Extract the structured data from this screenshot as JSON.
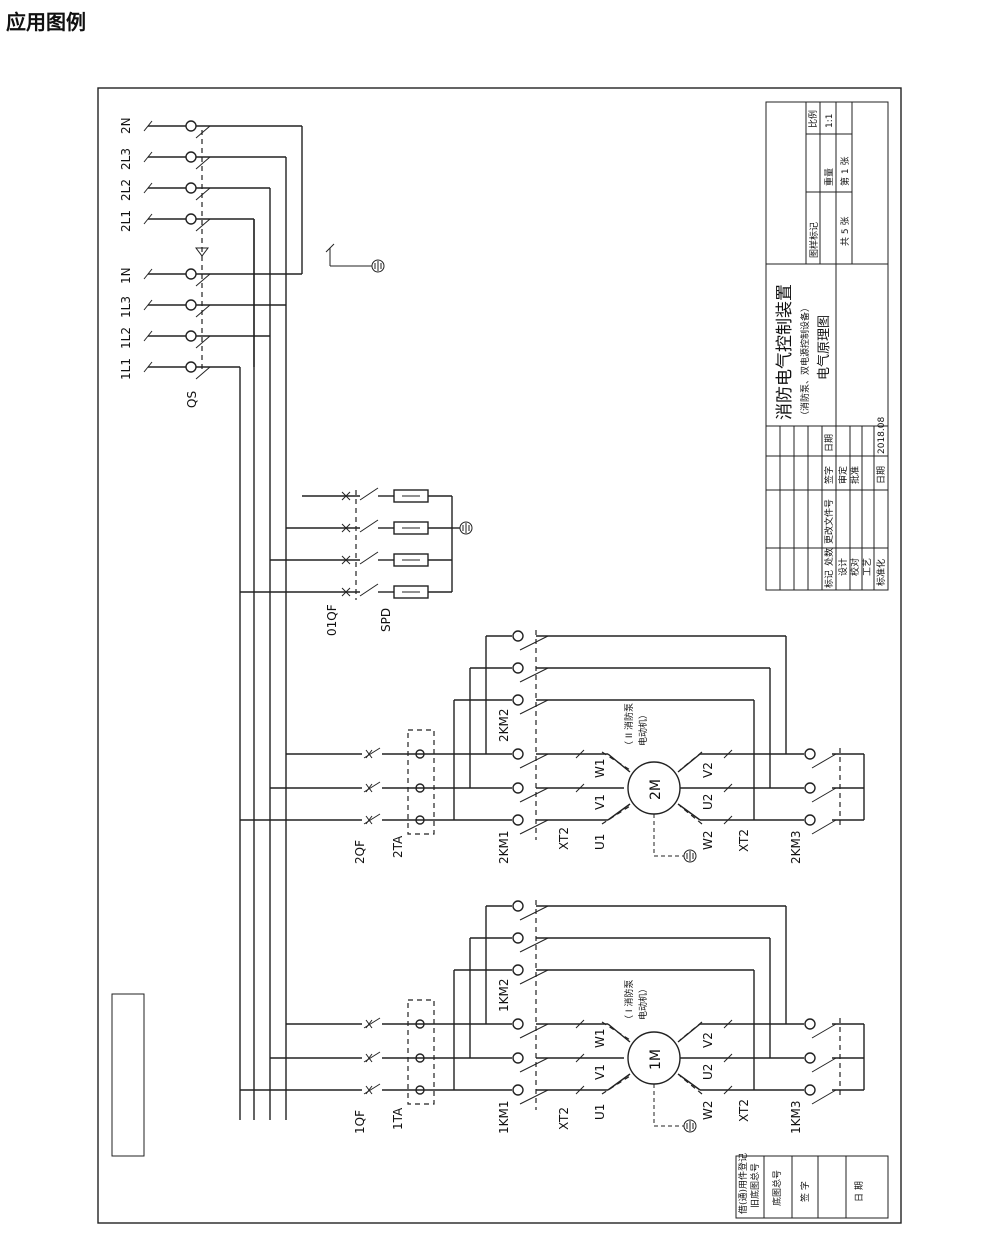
{
  "page": {
    "title": "应用图例"
  },
  "qs": {
    "terminals": [
      "2N",
      "2L3",
      "2L2",
      "2L1",
      "1N",
      "1L3",
      "1L2",
      "1L1"
    ],
    "label": "QS"
  },
  "spd_section": {
    "breaker": "01QF",
    "device": "SPD"
  },
  "motor2": {
    "name": "2M",
    "desc_line1": "（ II 消防泵",
    "desc_line2": "电动机）",
    "qf": "2QF",
    "ta": "2TA",
    "km1": "2KM1",
    "km2": "2KM2",
    "km3": "2KM3",
    "xt2_left": "XT2",
    "xt2_right": "XT2",
    "u1": "U1",
    "v1": "V1",
    "w1": "W1",
    "u2": "U2",
    "v2": "V2",
    "w2": "W2"
  },
  "motor1": {
    "name": "1M",
    "desc_line1": "（ I 消防泵",
    "desc_line2": "电动机）",
    "qf": "1QF",
    "ta": "1TA",
    "km1": "1KM1",
    "km2": "1KM2",
    "km3": "1KM3",
    "xt2_left": "XT2",
    "xt2_right": "XT2",
    "u1": "U1",
    "v1": "V1",
    "w1": "W1",
    "u2": "U2",
    "v2": "V2",
    "w2": "W2"
  },
  "title_block": {
    "main_title": "消防电气控制装置",
    "sub_title": "（消防泵、双电源控制设备）",
    "drawing_name": "电气原理图",
    "figure_mark": "图样标记",
    "weight": "重量",
    "scale": "比例",
    "scale_value": "1:1",
    "sheet": "第 1 张",
    "total": "共 5 张",
    "rev_headers": [
      "标记",
      "处数",
      "更改文件号",
      "签字",
      "日期"
    ],
    "roles": [
      "设计",
      "校对",
      "工艺",
      "标准化"
    ],
    "review": "审定",
    "approve": "批准",
    "date_label": "日期",
    "date_value": "2018.08"
  },
  "bottom_block": {
    "labels": [
      "借(通)用件登记",
      "旧底图总号",
      "底图总号",
      "签  字",
      "日  期"
    ]
  }
}
